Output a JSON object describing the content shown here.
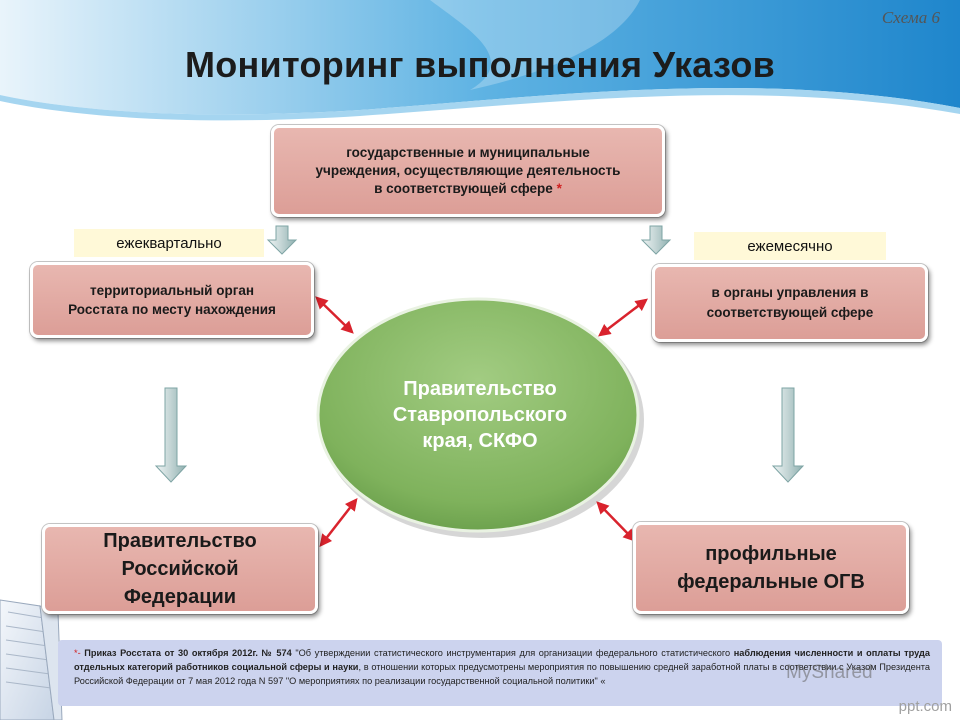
{
  "schema_label": "Схема 6",
  "title": "Мониторинг выполнения Указов",
  "nodes": {
    "top": {
      "lines": [
        "государственные и муниципальные",
        "учреждения, осуществляющие деятельность",
        "в соответствующей сфере"
      ],
      "mark": "*"
    },
    "left": {
      "lines": [
        "территориальный орган",
        "Росстата по месту нахождения"
      ]
    },
    "right": {
      "lines": [
        "в органы управления в",
        "соответствующей сфере"
      ]
    },
    "center": {
      "lines": [
        "Правительство",
        "Ставропольского",
        "края, СКФО"
      ]
    },
    "bottom_left": {
      "lines": [
        "Правительство",
        "Российской",
        "Федерации"
      ]
    },
    "bottom_right": {
      "lines": [
        "профильные",
        "федеральные ОГВ"
      ]
    }
  },
  "frequency": {
    "left": "ежеквартально",
    "right": "ежемесячно"
  },
  "footnote": {
    "star": "*-",
    "order_ref": "Приказ Росстата от 30 октября 2012г. № 574",
    "text1": "\"Об утверждении статистического инструментария для организации федерального статистического",
    "bold2": "наблюдения численности и оплаты труда отдельных категорий работников социальной сферы и науки",
    "text3": ", в отношении которых предусмотрены мероприятия по повышению средней заработной платы в соответствии с Указом Президента Российской Федерации от 7 мая 2012 года N 597 \"О мероприятиях по реализации государственной социальной политики\" «"
  },
  "watermarks": {
    "myshared": "MyShared",
    "pptcom": "ppt.com"
  },
  "colors": {
    "box_fill": "#dea49d",
    "ellipse_fill": "#82b55f",
    "down_arrow_fill": "#c8d8d8",
    "double_arrow": "#d9232d",
    "banner_blue": "#2a94d4",
    "footnote_bg": "#ccd3ee"
  }
}
